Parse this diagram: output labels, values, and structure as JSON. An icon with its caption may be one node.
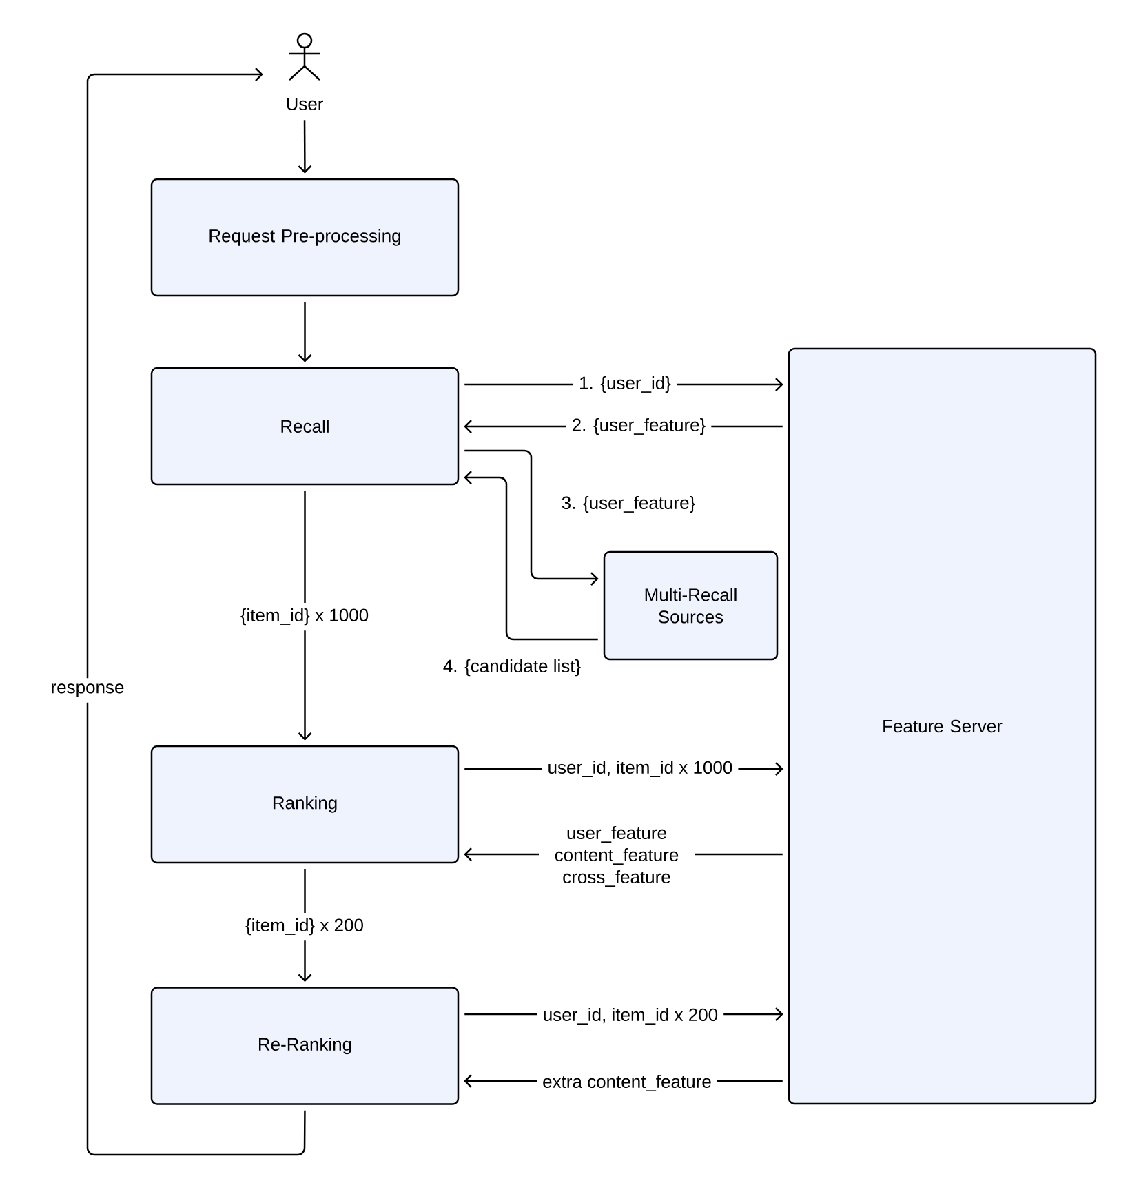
{
  "diagram": {
    "nodes": [
      {
        "text": [
          "User"
        ]
      },
      {
        "text": [
          "Request Pre-processing"
        ]
      },
      {
        "text": [
          "Recall"
        ]
      },
      {
        "text": [
          "Feature Server"
        ]
      },
      {
        "text": [
          "Multi-Recall Sources"
        ]
      },
      {
        "text": [
          "Ranking"
        ]
      },
      {
        "text": [
          "Re-Ranking"
        ]
      }
    ],
    "edges": [
      {
        "from": 0,
        "to": 1,
        "arrow": "to"
      },
      {
        "from": 1,
        "to": 2,
        "arrow": "to"
      },
      {
        "from": 2,
        "to": 3,
        "arrow": "to",
        "label": "1. {user_id}"
      },
      {
        "from": 3,
        "to": 2,
        "arrow": "to",
        "label": "2. {user_feature}"
      },
      {
        "from": 2,
        "to": 4,
        "arrow": "to",
        "label": "3. {user_feature}"
      },
      {
        "from": 4,
        "to": 2,
        "arrow": "to",
        "label": "4. {candidate list}"
      },
      {
        "from": 2,
        "to": 5,
        "arrow": "to",
        "label": "{item_id} x 1000"
      },
      {
        "from": 5,
        "to": 3,
        "arrow": "to",
        "label": "user_id, item_id x 1000"
      },
      {
        "from": 3,
        "to": 5,
        "arrow": "to",
        "label": "user_feature content_feature cross_feature"
      },
      {
        "from": 5,
        "to": 6,
        "arrow": "to",
        "label": "{item_id} x 200"
      },
      {
        "from": 6,
        "to": 3,
        "arrow": "to",
        "label": "user_id, item_id x 200"
      },
      {
        "from": 3,
        "to": 6,
        "arrow": "to",
        "label": "extra content_feature"
      },
      {
        "from": 6,
        "to": 0,
        "arrow": "to",
        "label": "response"
      }
    ]
  }
}
